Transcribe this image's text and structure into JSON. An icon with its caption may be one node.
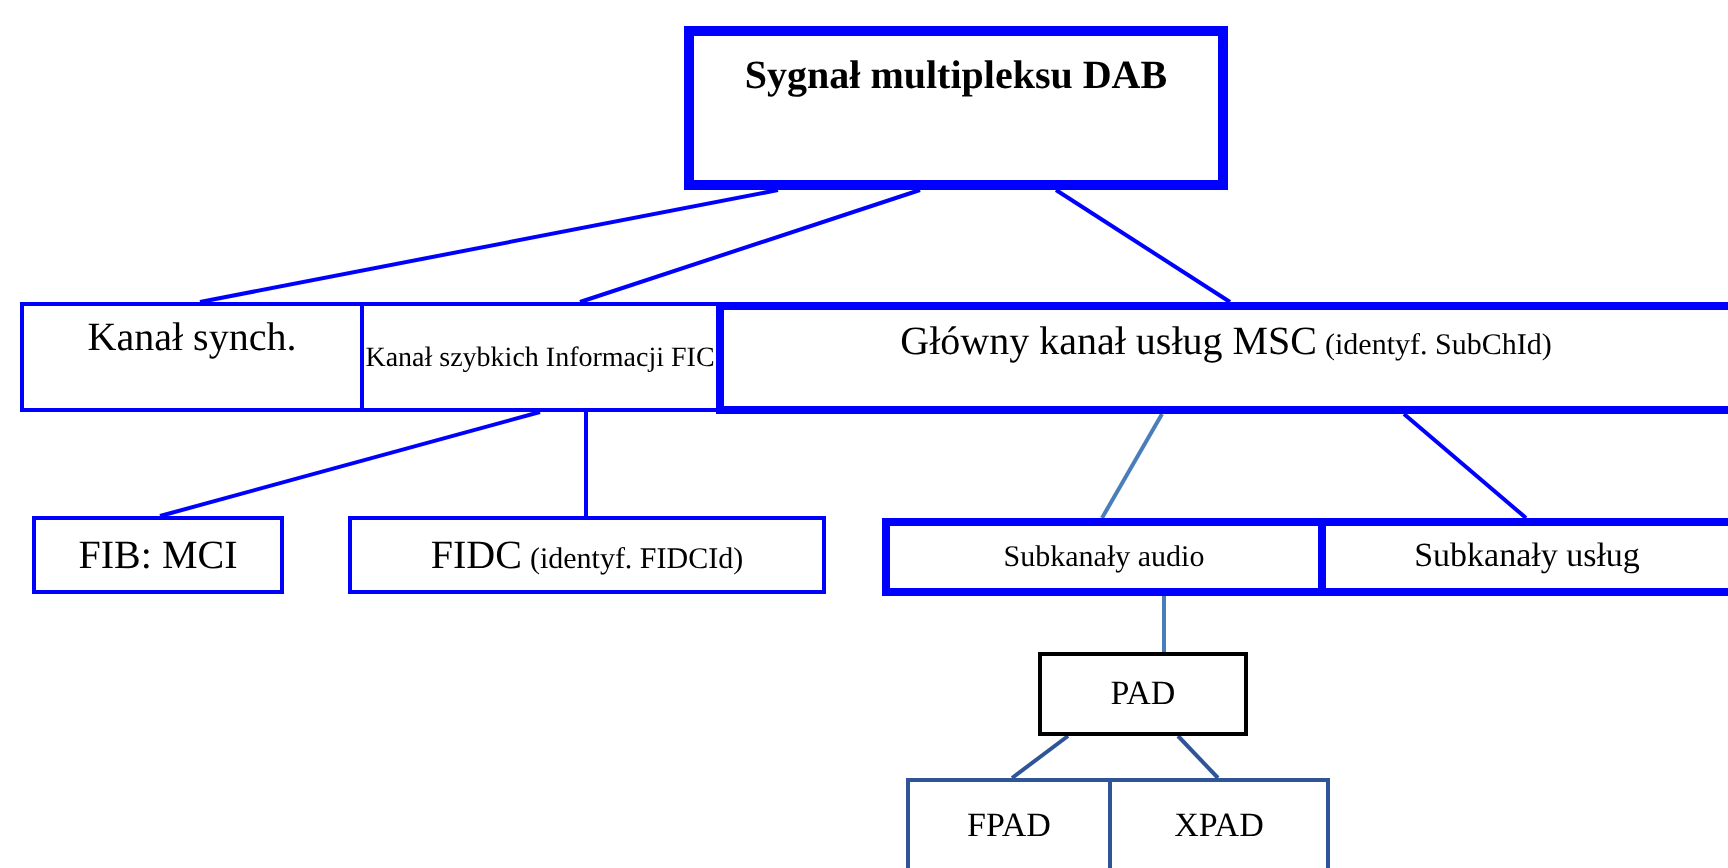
{
  "diagram": {
    "nodes": [
      {
        "text": [
          "Sygnał multipleksu DAB"
        ]
      },
      {
        "text": [
          "Kanał synch."
        ]
      },
      {
        "text": [
          "Kanał szybkich Informacji FIC"
        ]
      },
      {
        "text": [
          "Główny kanał usług MSC",
          "(identyf. SubChId)"
        ]
      },
      {
        "text": [
          "FIB: MCI"
        ]
      },
      {
        "text": [
          "FIDC",
          "(identyf. FIDCId)"
        ]
      },
      {
        "text": [
          "Subkanały audio"
        ]
      },
      {
        "text": [
          "Subkanały usług"
        ]
      },
      {
        "text": [
          "PAD"
        ]
      },
      {
        "text": [
          "FPAD"
        ]
      },
      {
        "text": [
          "XPAD"
        ]
      }
    ],
    "edges": [
      {
        "from": 0,
        "to": 1,
        "arrow": "none"
      },
      {
        "from": 0,
        "to": 2,
        "arrow": "none"
      },
      {
        "from": 0,
        "to": 3,
        "arrow": "none"
      },
      {
        "from": 2,
        "to": 4,
        "arrow": "none"
      },
      {
        "from": 2,
        "to": 5,
        "arrow": "none"
      },
      {
        "from": 3,
        "to": 6,
        "arrow": "none",
        "color": "#4a7ebb"
      },
      {
        "from": 3,
        "to": 7,
        "arrow": "none"
      },
      {
        "from": 6,
        "to": 8,
        "arrow": "none",
        "color": "#4a7ebb"
      },
      {
        "from": 8,
        "to": 9,
        "arrow": "none",
        "color": "#2f5597"
      },
      {
        "from": 8,
        "to": 10,
        "arrow": "none",
        "color": "#2f5597"
      }
    ]
  }
}
